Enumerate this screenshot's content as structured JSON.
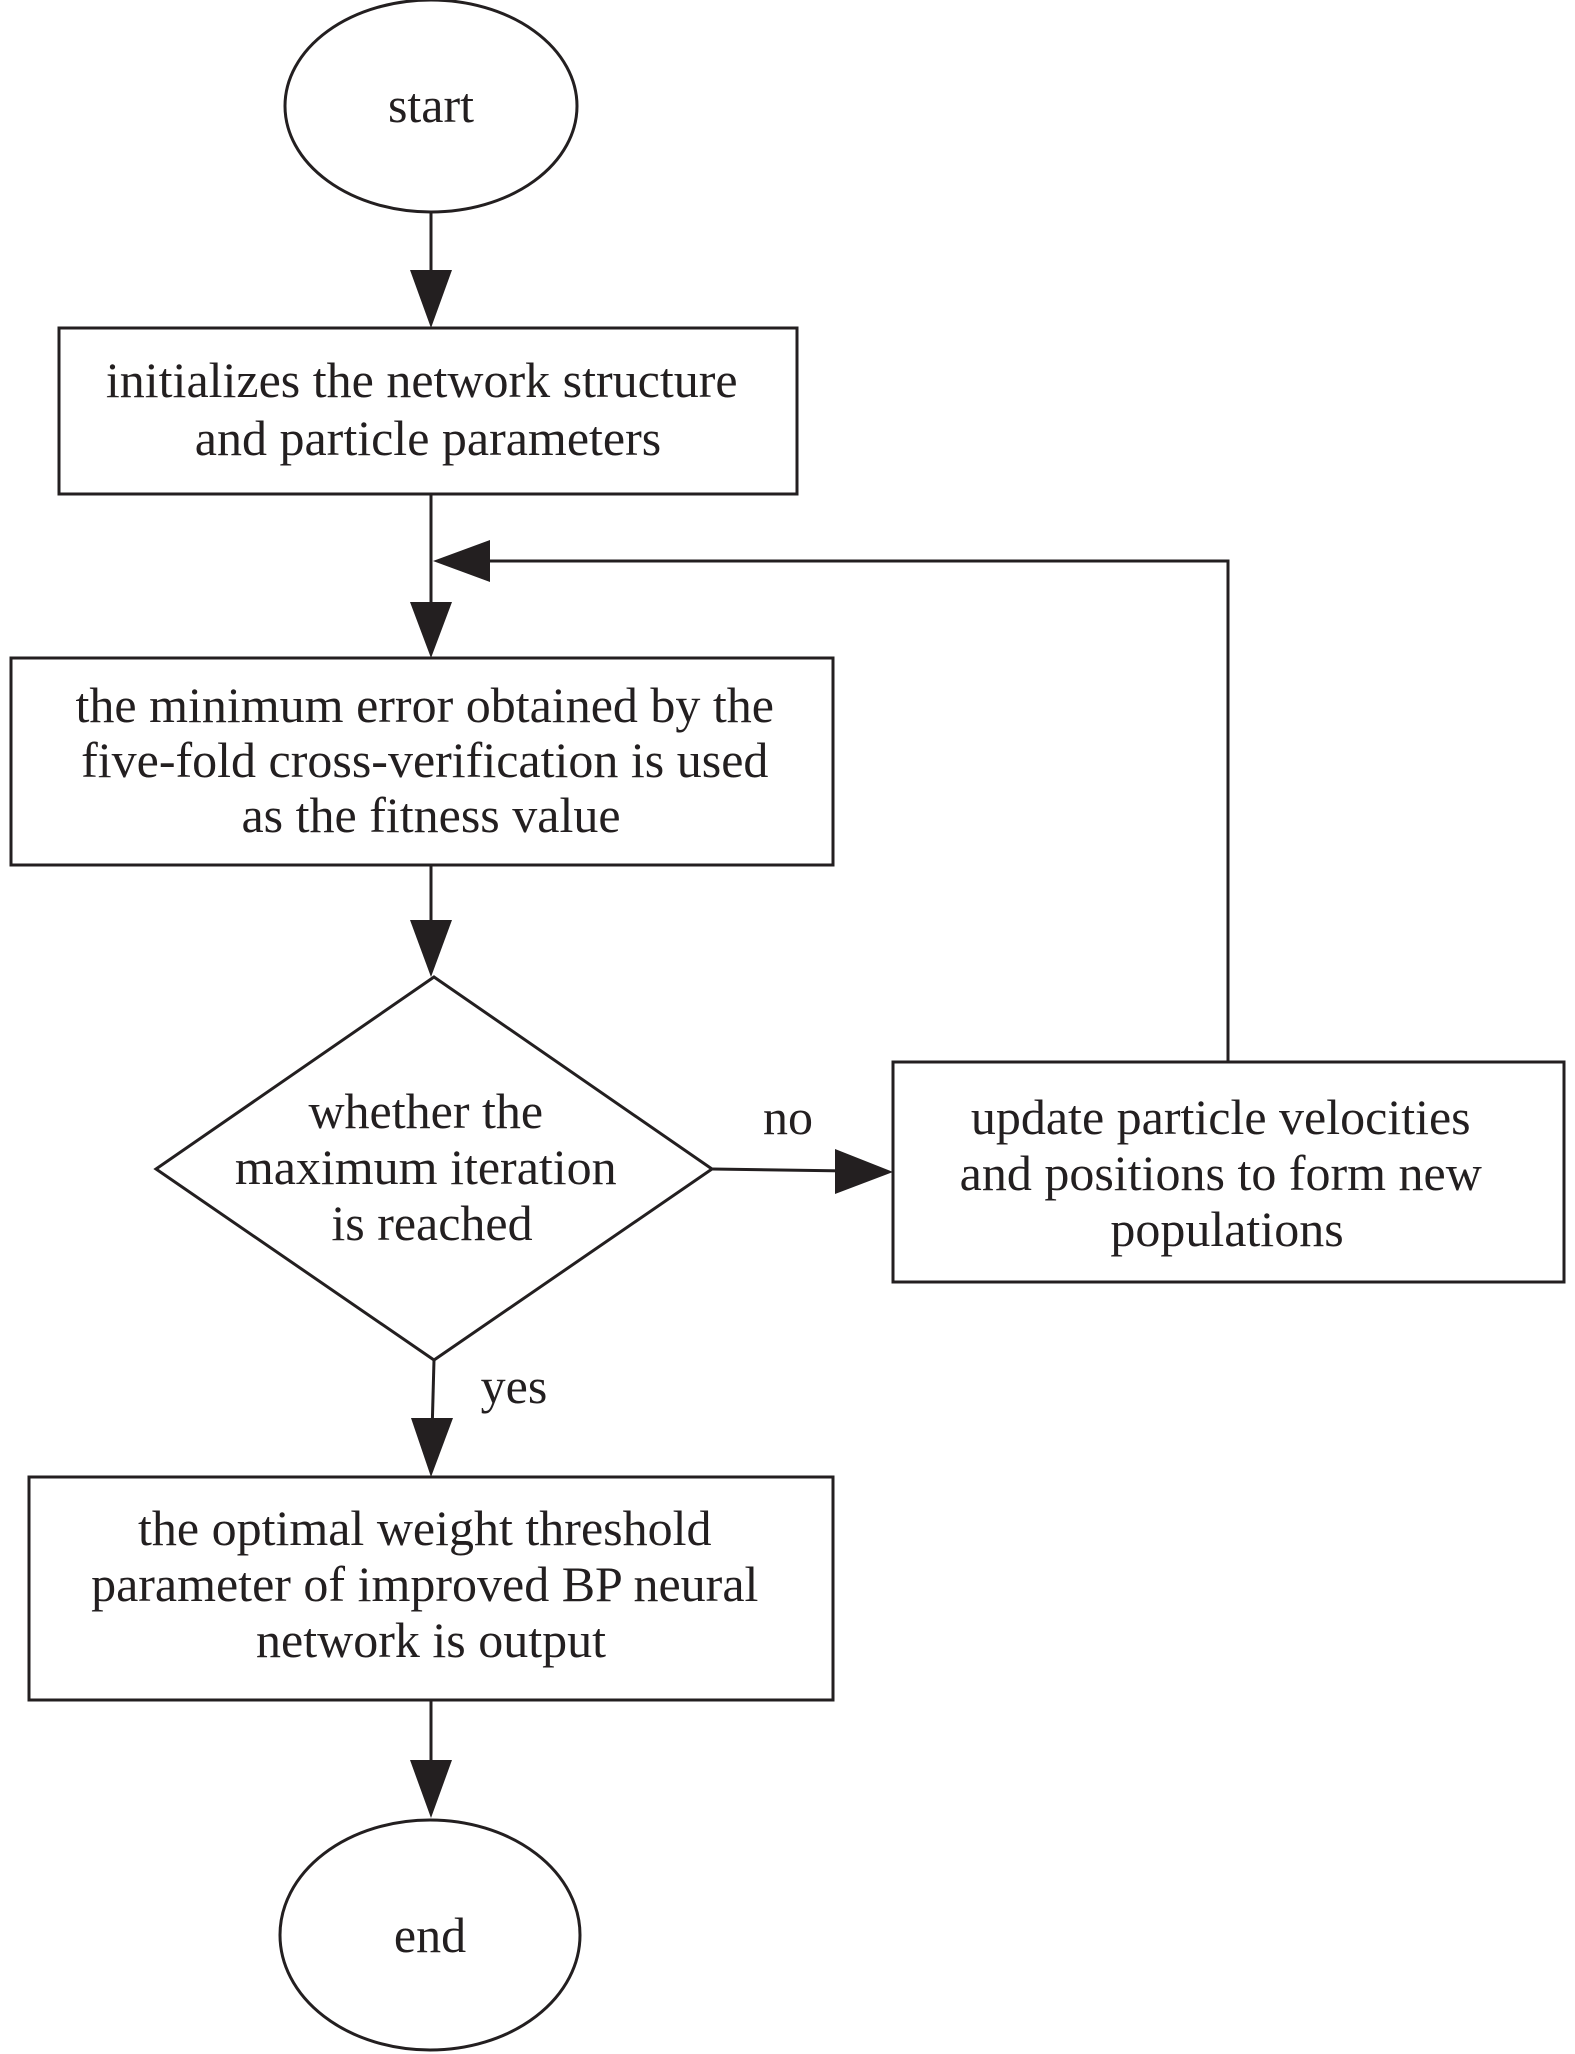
{
  "flowchart": {
    "nodes": {
      "start": {
        "shape": "terminator",
        "lines": [
          "start"
        ]
      },
      "init": {
        "shape": "process",
        "lines": [
          "initializes the network structure",
          "and particle parameters"
        ]
      },
      "fitness": {
        "shape": "process",
        "lines": [
          "the minimum error obtained by the",
          "five-fold cross-verification is used",
          "as the fitness value"
        ]
      },
      "decision": {
        "shape": "decision",
        "lines": [
          "whether the",
          "maximum iteration",
          "is reached"
        ]
      },
      "update": {
        "shape": "process",
        "lines": [
          "update particle velocities",
          "and positions to form new",
          "populations"
        ]
      },
      "output": {
        "shape": "process",
        "lines": [
          "the optimal weight threshold",
          "parameter of improved BP neural",
          "network is output"
        ]
      },
      "end": {
        "shape": "terminator",
        "lines": [
          "end"
        ]
      }
    },
    "edges": {
      "start_to_init": {
        "from": "start",
        "to": "init",
        "label": ""
      },
      "init_to_fitness": {
        "from": "init",
        "to": "fitness",
        "label": ""
      },
      "fitness_to_decision": {
        "from": "fitness",
        "to": "decision",
        "label": ""
      },
      "decision_to_update": {
        "from": "decision",
        "to": "update",
        "label": "no"
      },
      "update_to_fitness": {
        "from": "update",
        "to": "fitness",
        "label": ""
      },
      "decision_to_output": {
        "from": "decision",
        "to": "output",
        "label": "yes"
      },
      "output_to_end": {
        "from": "output",
        "to": "end",
        "label": ""
      }
    }
  },
  "colors": {
    "stroke": "#231f20",
    "fill": "#ffffff",
    "text": "#231f20"
  }
}
